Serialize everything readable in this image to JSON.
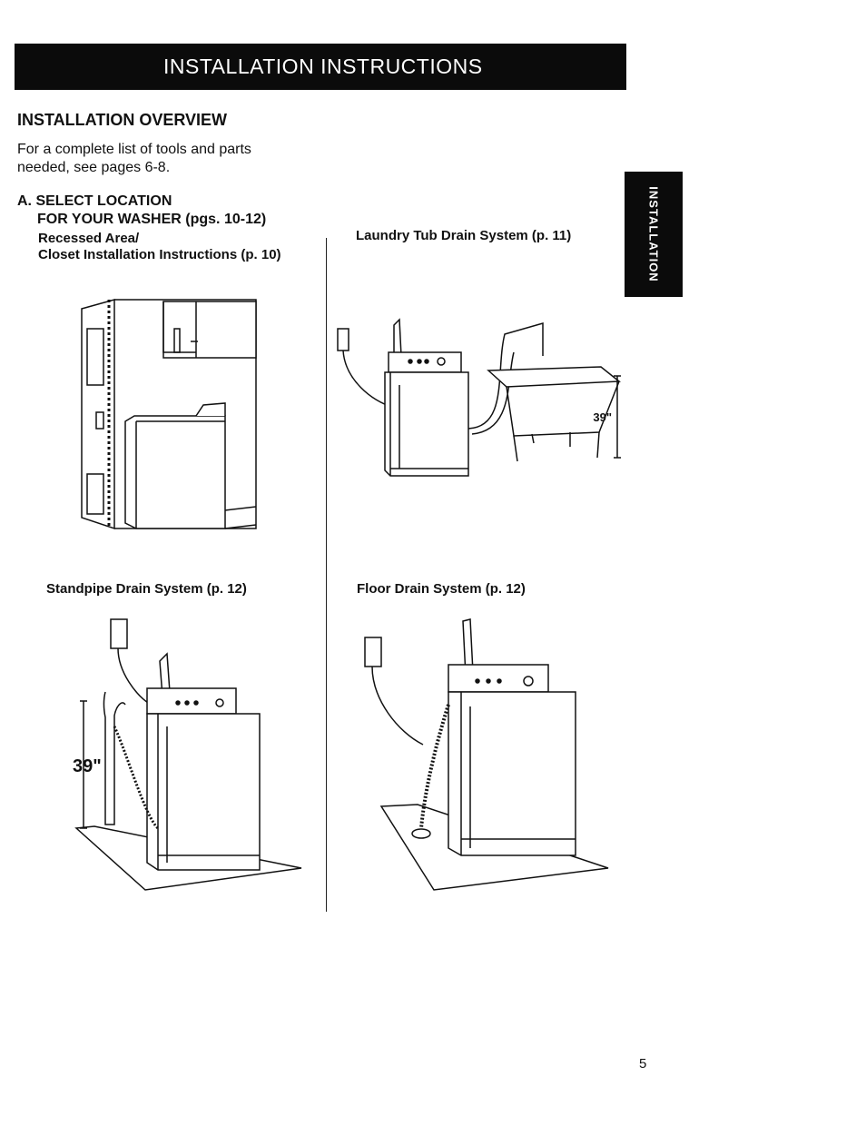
{
  "header": {
    "banner": "INSTALLATION INSTRUCTIONS",
    "side_tab": "INSTALLATION"
  },
  "overview": {
    "heading": "INSTALLATION OVERVIEW",
    "intro_line1": "For a complete list of tools and parts",
    "intro_line2": "needed, see pages 6-8."
  },
  "select_location": {
    "line1": "A. SELECT LOCATION",
    "line2": "FOR YOUR WASHER (pgs. 10-12)",
    "line3": "Recessed Area/",
    "line4": "Closet Installation Instructions (p. 10)"
  },
  "captions": {
    "laundry_tub": "Laundry Tub Drain System (p. 11)",
    "standpipe": "Standpipe Drain System (p. 12)",
    "floor_drain": "Floor Drain System (p. 12)"
  },
  "dimensions": {
    "tub_height": "39\"",
    "standpipe_height": "39\""
  },
  "page_number": "5"
}
